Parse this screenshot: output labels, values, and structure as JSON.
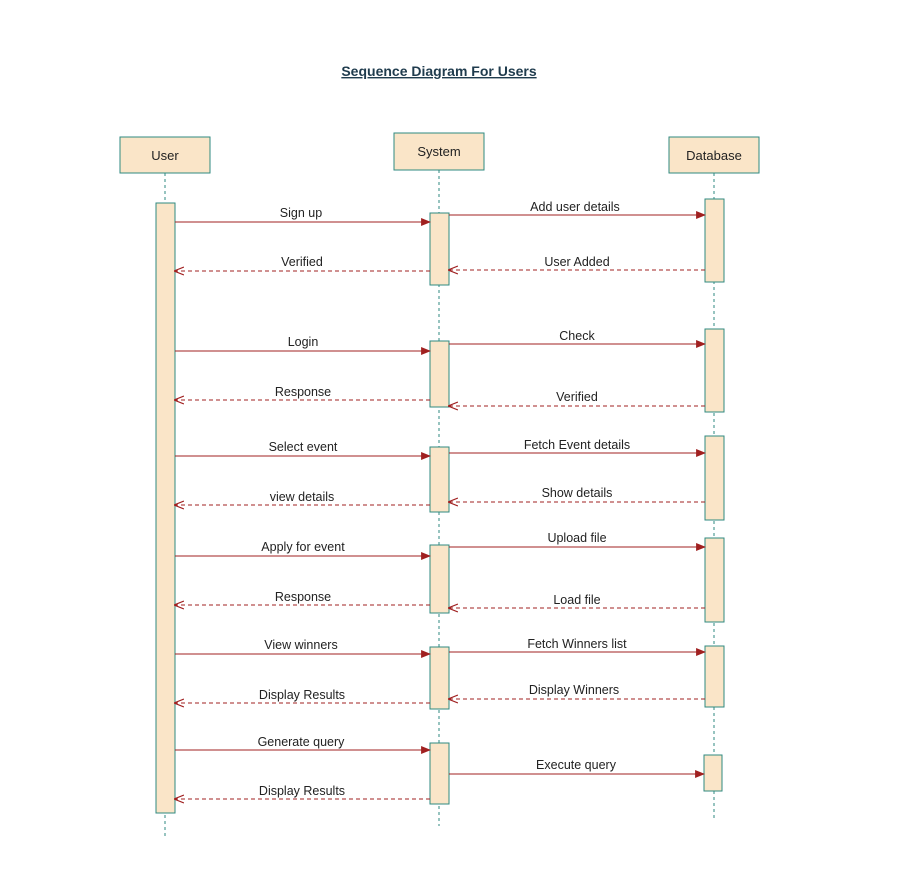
{
  "title": "Sequence Diagram For Users",
  "colors": {
    "actor_fill": "#fae5c8",
    "actor_stroke": "#2f8a80",
    "arrow": "#a02020",
    "title": "#1f3b4d"
  },
  "participants": [
    {
      "id": "user",
      "label": "User"
    },
    {
      "id": "system",
      "label": "System"
    },
    {
      "id": "database",
      "label": "Database"
    }
  ],
  "messages": [
    {
      "from": "user",
      "to": "system",
      "label": "Sign up",
      "style": "solid"
    },
    {
      "from": "system",
      "to": "database",
      "label": "Add user details",
      "style": "solid"
    },
    {
      "from": "system",
      "to": "user",
      "label": "Verified",
      "style": "dashed"
    },
    {
      "from": "database",
      "to": "system",
      "label": "User Added",
      "style": "dashed"
    },
    {
      "from": "user",
      "to": "system",
      "label": "Login",
      "style": "solid"
    },
    {
      "from": "system",
      "to": "database",
      "label": "Check",
      "style": "solid"
    },
    {
      "from": "system",
      "to": "user",
      "label": "Response",
      "style": "dashed"
    },
    {
      "from": "database",
      "to": "system",
      "label": "Verified",
      "style": "dashed"
    },
    {
      "from": "user",
      "to": "system",
      "label": "Select event",
      "style": "solid"
    },
    {
      "from": "system",
      "to": "database",
      "label": "Fetch Event details",
      "style": "solid"
    },
    {
      "from": "system",
      "to": "user",
      "label": "view details",
      "style": "dashed"
    },
    {
      "from": "database",
      "to": "system",
      "label": "Show details",
      "style": "dashed"
    },
    {
      "from": "user",
      "to": "system",
      "label": "Apply for event",
      "style": "solid"
    },
    {
      "from": "system",
      "to": "database",
      "label": "Upload file",
      "style": "solid"
    },
    {
      "from": "system",
      "to": "user",
      "label": "Response",
      "style": "dashed"
    },
    {
      "from": "database",
      "to": "system",
      "label": "Load file",
      "style": "dashed"
    },
    {
      "from": "user",
      "to": "system",
      "label": "View winners",
      "style": "solid"
    },
    {
      "from": "system",
      "to": "database",
      "label": "Fetch Winners list",
      "style": "solid"
    },
    {
      "from": "system",
      "to": "user",
      "label": "Display Results",
      "style": "dashed"
    },
    {
      "from": "database",
      "to": "system",
      "label": "Display Winners",
      "style": "dashed"
    },
    {
      "from": "user",
      "to": "system",
      "label": "Generate query",
      "style": "solid"
    },
    {
      "from": "system",
      "to": "database",
      "label": "Execute query",
      "style": "solid"
    },
    {
      "from": "system",
      "to": "user",
      "label": "Display Results",
      "style": "dashed"
    }
  ]
}
